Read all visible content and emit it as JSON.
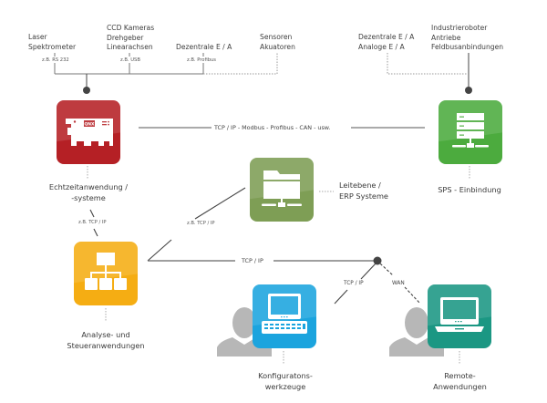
{
  "top_sources": [
    {
      "label": "Laser\nSpektrometer",
      "interface": "z.B. RS 232"
    },
    {
      "label": "CCD Kameras\nDrehgeber\nLinearachsen",
      "interface": "z.B. USB"
    },
    {
      "label": "Dezentrale E / A",
      "interface": "z.B. Profibus"
    },
    {
      "label": "Sensoren\nAkuatoren",
      "interface": ""
    },
    {
      "label": "Dezentrale E / A\nAnaloge E / A",
      "interface": ""
    },
    {
      "label": "Industrieroboter\nAntriebe\nFeldbusanbindungen",
      "interface": ""
    }
  ],
  "nodes": {
    "realtime": {
      "caption": "Echtzeitanwendung /\n-systeme",
      "color": "#b52025",
      "icon": "pci-card-icon",
      "badge": "QNX"
    },
    "sps": {
      "caption": "SPS - Einbindung",
      "color": "#4cab3e",
      "icon": "server-rack-icon"
    },
    "erp": {
      "caption": "Leitebene /\nERP Systeme",
      "color": "#7e9e55",
      "icon": "network-folder-icon"
    },
    "analysis": {
      "caption": "Analyse- und\nSteueranwendungen",
      "color": "#f5ad13",
      "icon": "hierarchy-icon"
    },
    "config": {
      "caption": "Konfiguratons-\nwerkzeuge",
      "color": "#1ba4de",
      "icon": "desktop-terminal-icon"
    },
    "remote": {
      "caption": "Remote-\nAnwendungen",
      "color": "#1b9783",
      "icon": "laptop-icon"
    }
  },
  "links": {
    "fieldbus": "TCP / IP - Modbus - Profibus - CAN - usw.",
    "realtime_analysis": "z.B. TCP / IP",
    "analysis_erp": "z.B. TCP / IP",
    "analysis_hub": "TCP / IP",
    "hub_config": "TCP / IP",
    "hub_remote": "WAN"
  }
}
